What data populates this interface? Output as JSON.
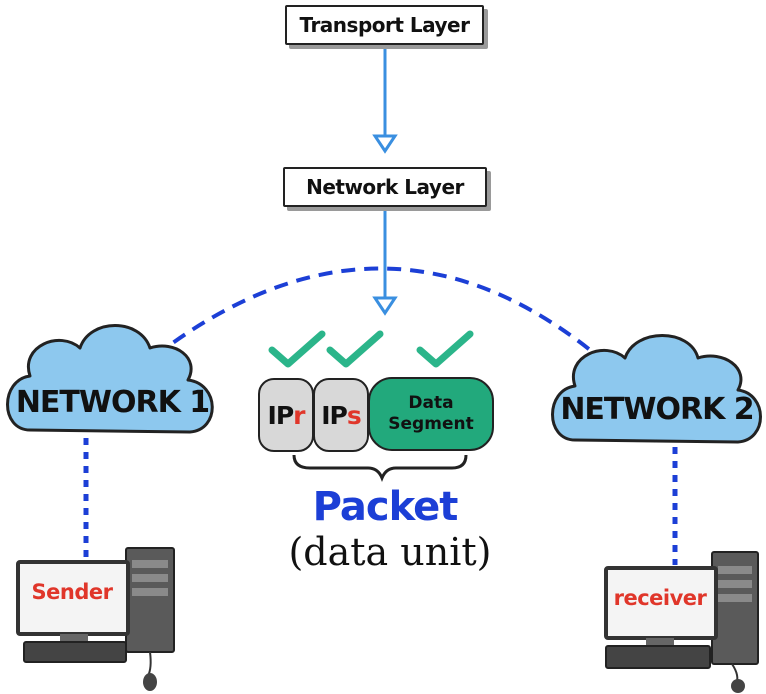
{
  "layers": {
    "transport": "Transport Layer",
    "network": "Network Layer"
  },
  "networks": {
    "network1": "NETWORK 1",
    "network2": "NETWORK 2"
  },
  "packet": {
    "header_receiver": {
      "prefix": "IP",
      "suffix": "r"
    },
    "header_sender": {
      "prefix": "IP",
      "suffix": "s"
    },
    "data_segment_line1": "Data",
    "data_segment_line2": "Segment",
    "title": "Packet",
    "subtitle": "(data unit)"
  },
  "computers": {
    "sender": "Sender",
    "receiver": "receiver"
  },
  "colors": {
    "cloud_fill": "#8dc8ee",
    "dashed_link": "#1c3fd6",
    "arrow": "#3a8fe0",
    "check": "#2bb58a",
    "data_segment": "#22a97c",
    "packet_title": "#1c3fd6",
    "screen_text": "#e0362a"
  }
}
